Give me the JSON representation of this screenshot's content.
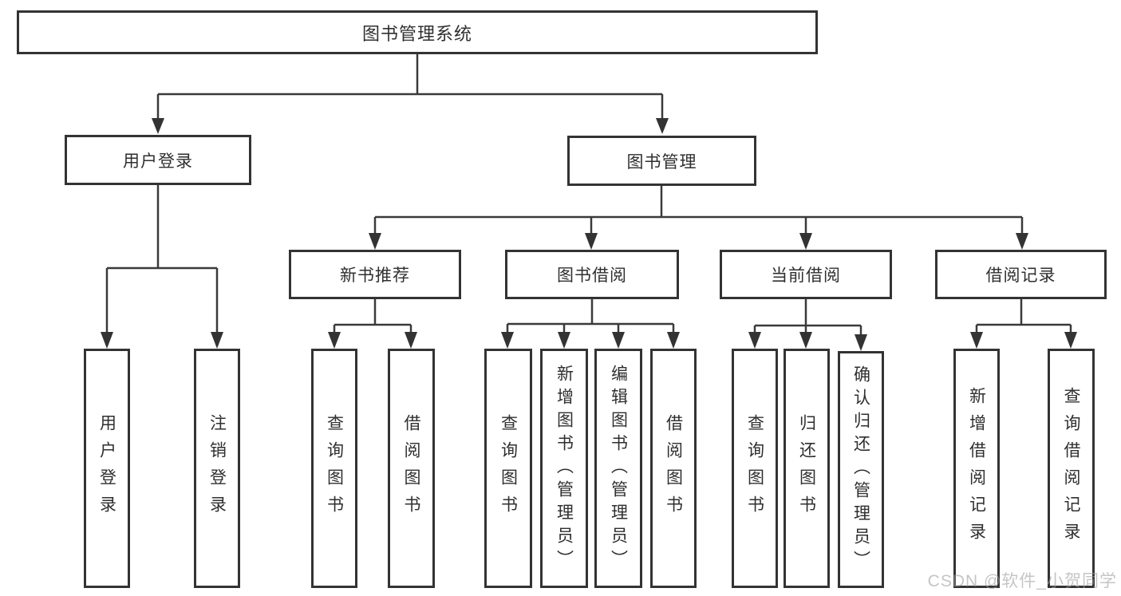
{
  "tree": {
    "label": "图书管理系统",
    "children": [
      {
        "label": "用户登录",
        "children": [
          {
            "label": "用户登录"
          },
          {
            "label": "注销登录"
          }
        ]
      },
      {
        "label": "图书管理",
        "children": [
          {
            "label": "新书推荐",
            "children": [
              {
                "label": "查询图书"
              },
              {
                "label": "借阅图书"
              }
            ]
          },
          {
            "label": "图书借阅",
            "children": [
              {
                "label": "查询图书"
              },
              {
                "label": "新增图书（管理员）"
              },
              {
                "label": "编辑图书（管理员）"
              },
              {
                "label": "借阅图书"
              }
            ]
          },
          {
            "label": "当前借阅",
            "children": [
              {
                "label": "查询图书"
              },
              {
                "label": "归还图书"
              },
              {
                "label": "确认归还（管理员）"
              }
            ]
          },
          {
            "label": "借阅记录",
            "children": [
              {
                "label": "新增借阅记录"
              },
              {
                "label": "查询借阅记录"
              }
            ]
          }
        ]
      }
    ]
  },
  "watermark": "CSDN @软件_小贺同学",
  "colors": {
    "line": "#3a3a3a",
    "box_border": "#333333",
    "text": "#2f2f2f",
    "background": "#ffffff",
    "watermark": "#9e9e9e"
  }
}
